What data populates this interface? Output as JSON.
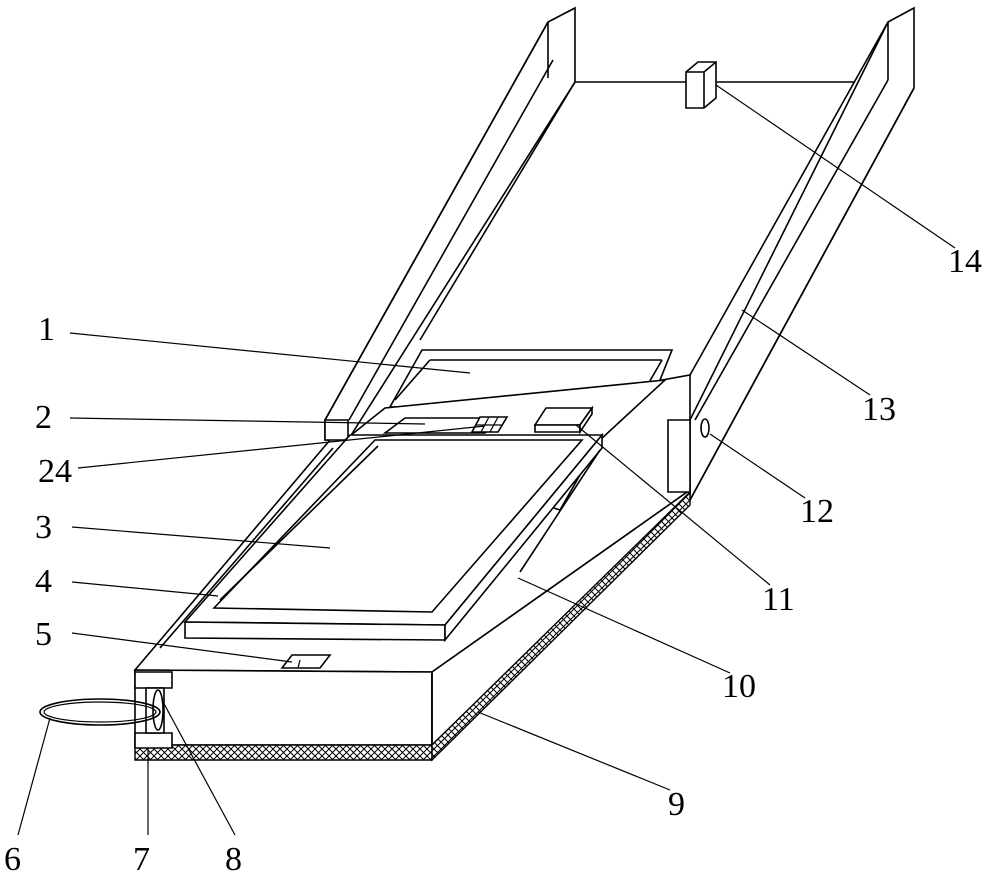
{
  "labels": {
    "l1": "1",
    "l2": "2",
    "l24": "24",
    "l3": "3",
    "l4": "4",
    "l5": "5",
    "l6": "6",
    "l7": "7",
    "l8": "8",
    "l9": "9",
    "l10": "10",
    "l11": "11",
    "l12": "12",
    "l13": "13",
    "l14": "14"
  }
}
